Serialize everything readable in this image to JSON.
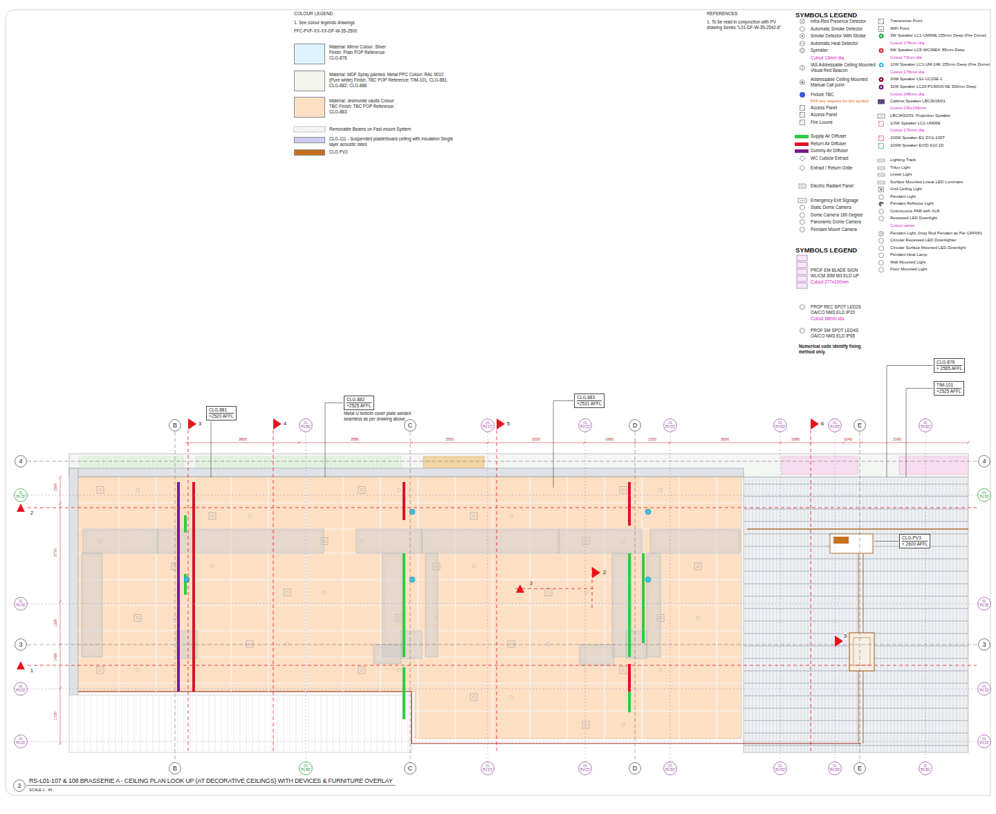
{
  "diagram": {
    "title": "RS-L01-107 & 108 BRASSERIE A - CEILING PLAN LOOK UP (AT DECORATIVE CEILINGS) WITH DEVICES & FURNITURE OVERLAY",
    "caption": "SCALE 1 : 45",
    "nodes": [
      {
        "text": [
          "CLG.881",
          "+2520 AFFL"
        ]
      },
      {
        "text": [
          "CLG.882",
          "+2525 AFFL"
        ]
      },
      {
        "text": [
          "CLG.883",
          "+2531 AFFL"
        ]
      },
      {
        "text": [
          "CLG-876",
          "+ 2565 AFFL"
        ]
      },
      {
        "text": [
          "TIM-101",
          "+2525 AFFL"
        ]
      },
      {
        "text": [
          "CLG-PV3",
          "+ 2600 AFFL"
        ]
      },
      {
        "text": [
          "B"
        ]
      },
      {
        "text": [
          "01",
          "Pv-B1"
        ]
      },
      {
        "text": [
          "C"
        ]
      },
      {
        "text": [
          "01",
          "Pv-C1"
        ]
      },
      {
        "text": [
          "01",
          "Pv-C2"
        ]
      },
      {
        "text": [
          "D"
        ]
      },
      {
        "text": [
          "01",
          "Pv-D1"
        ]
      },
      {
        "text": [
          "01",
          "Pv-D2"
        ]
      },
      {
        "text": [
          "01",
          "Pv-D3"
        ]
      },
      {
        "text": [
          "E"
        ]
      },
      {
        "text": [
          "01",
          "Pv-E1"
        ]
      },
      {
        "text": [
          "4"
        ]
      },
      {
        "text": [
          "4"
        ]
      },
      {
        "text": [
          "01",
          "Pv-32"
        ]
      },
      {
        "text": [
          "01",
          "Pv-32"
        ]
      },
      {
        "text": [
          "01",
          "Pv-31"
        ]
      },
      {
        "text": [
          "01",
          "Pv-31"
        ]
      },
      {
        "text": [
          "3"
        ]
      },
      {
        "text": [
          "3"
        ]
      },
      {
        "text": [
          "01",
          "Pv-22"
        ]
      },
      {
        "text": [
          "01",
          "Pv-22"
        ]
      },
      {
        "text": [
          "01",
          "Pv-21"
        ]
      },
      {
        "text": [
          "01",
          "Pv-21"
        ]
      },
      {
        "text": [
          "B"
        ]
      },
      {
        "text": [
          "01",
          "Pv-B1"
        ]
      },
      {
        "text": [
          "C"
        ]
      },
      {
        "text": [
          "01",
          "Pv-C1"
        ]
      },
      {
        "text": [
          "01",
          "Pv-C2"
        ]
      },
      {
        "text": [
          "D"
        ]
      },
      {
        "text": [
          "01",
          "Pv-D1"
        ]
      },
      {
        "text": [
          "01",
          "Pv-D2"
        ]
      },
      {
        "text": [
          "01",
          "Pv-D3"
        ]
      },
      {
        "text": [
          "E"
        ]
      },
      {
        "text": [
          "01",
          "Pv-E1"
        ]
      },
      {
        "text": [
          "2"
        ]
      }
    ],
    "labels": [
      "COLOUR LEGEND",
      "1. See colour legends drawings",
      "FFC-PVF-XX-XX-DF-W-35-2500",
      "REFERENCES",
      "1. To be read in conjunction with PV drawing Series \"L01-DF-W-35-2542-6\"",
      "SYMBOLS LEGEND",
      "Cutout 13mm dia.",
      "PVF key required for this symbol",
      "Cutout 178mm dia.",
      "Cutout 73mm dia.",
      "Cutout 178mm dia.",
      "Cutout 248mm dia.",
      "Cutout 230x165mm",
      "Cutout 170mm dia.",
      "Cutout varies",
      "SYMBOLS LEGEND",
      "Cutout 277x100mm",
      "Cutout 68mm dia.",
      "Numerical code identify fixing method only.",
      "Metal U bottom cover plate welded seamless as per drawing above.",
      "3800",
      "3580",
      "2500",
      "3200",
      "1680",
      "1150",
      "3500",
      "1690",
      "1040",
      "2160",
      "1500",
      "3770",
      "1330",
      "1450",
      "1720",
      "3",
      "4",
      "5",
      "6",
      "2",
      "1",
      "3",
      "2",
      "3"
    ],
    "legend": [
      {
        "text": "Material: Mirror Colour: Silver Finish: Plain POP Reference: CLG-876",
        "color": "#dff4fa"
      },
      {
        "text": "Material: MDF Spray painted, Metal PPC Colour: RAL 9010 (Pure white) Finish: TBC POP Reference: TIM-101, CLG-881, CLG-882, CLG-886",
        "color": "#f4f4ee"
      },
      {
        "text": "Material: Jesmonite vaults Colour: TBC Finish: TBC POP Reference: CLG-883",
        "color": "#fde0c4"
      },
      {
        "text": "Removable Beams on Fast-mount System"
      },
      {
        "text": "CLG-111 - Suspended plasterboard ceiling with insulation Single layer acoustic rated",
        "color": "#ccccf4"
      },
      {
        "text": "CLG PV3",
        "color": "#c46d1c"
      },
      {
        "text": "Infra-Red Presence Detector"
      },
      {
        "text": "Automatic Smoke Detector"
      },
      {
        "text": "Smoke Detector With Strobe"
      },
      {
        "text": "Automatic Heat Detector"
      },
      {
        "text": "Sprinkler"
      },
      {
        "text": "IAS Addressable Ceiling Mounted Visual Red Beacon"
      },
      {
        "text": "Addressable Ceiling Mounted Manual Call point"
      },
      {
        "text": "Fixture TBC"
      },
      {
        "text": "Access Panel"
      },
      {
        "text": "Access Panel"
      },
      {
        "text": "Fire Louvre"
      },
      {
        "text": "Supply Air Diffuser",
        "color": "#2ecc40"
      },
      {
        "text": "Return Air Diffuser",
        "color": "#e0102a"
      },
      {
        "text": "Dummy Air Diffuser",
        "color": "#7b1a8c"
      },
      {
        "text": "WC Cubicle Extract"
      },
      {
        "text": "Extract / Return Grille"
      },
      {
        "text": "Electric Radiant Panel"
      },
      {
        "text": "Emergency Exit Signage"
      },
      {
        "text": "Static Dome Camera"
      },
      {
        "text": "Dome Camera 180 Degree"
      },
      {
        "text": "Panoramic Dome Camera"
      },
      {
        "text": "Pendant Mount Camera"
      },
      {
        "text": "Transceiver Point"
      },
      {
        "text": "WiFi Point"
      },
      {
        "text": "3W Speaker LC1-UM06E 155mm Deep (Fire Dome)"
      },
      {
        "text": "6W Speaker LC5-WC06E4: 85mm Deep"
      },
      {
        "text": "12W Speaker LC1-UM-24E 155mm Deep (Fire Dome)"
      },
      {
        "text": "20W Speaker LS1-UC20E-1"
      },
      {
        "text": "32W Speaker LC20-PC60G6-6E 300mm Deep"
      },
      {
        "text": "Cabinet Speaker LBC3018/01"
      },
      {
        "text": "LBC3432/03: Projection Speaker"
      },
      {
        "text": "1/2W Speaker LC1-UM06E"
      },
      {
        "text": "100W Speaker EV ZX1i-100T"
      },
      {
        "text": "100W Speaker EVID-S10.1D"
      },
      {
        "text": "Lighting Track"
      },
      {
        "text": "Trilux Light"
      },
      {
        "text": "Linear Light"
      },
      {
        "text": "Surface Mounted Linear LED Luminaire"
      },
      {
        "text": "Grid Ceiling Light"
      },
      {
        "text": "Pendant Light"
      },
      {
        "text": "Pendant Reflector Light"
      },
      {
        "text": "Colorsource PAR with XLR"
      },
      {
        "text": "Recessed LED Downlight"
      },
      {
        "text": "Pendant Light, Drop Rod Pendant as Per CRF061"
      },
      {
        "text": "Circular Recessed LED Downlighter"
      },
      {
        "text": "Circular Surface Mounted LED Downlight"
      },
      {
        "text": "Pendant Heat Lamp"
      },
      {
        "text": "Wall Mounted Light"
      },
      {
        "text": "Floor Mounted Light"
      },
      {
        "text": "PROF EM BLADE SIGN WL/CM 30M M3 ELD UP"
      },
      {
        "text": "PROF REC SPOT LED2S OA/CO NM3 ELD IP20"
      },
      {
        "text": "PROF SM SPOT LED4S OA/CO NM3 ELD IP65"
      }
    ]
  }
}
